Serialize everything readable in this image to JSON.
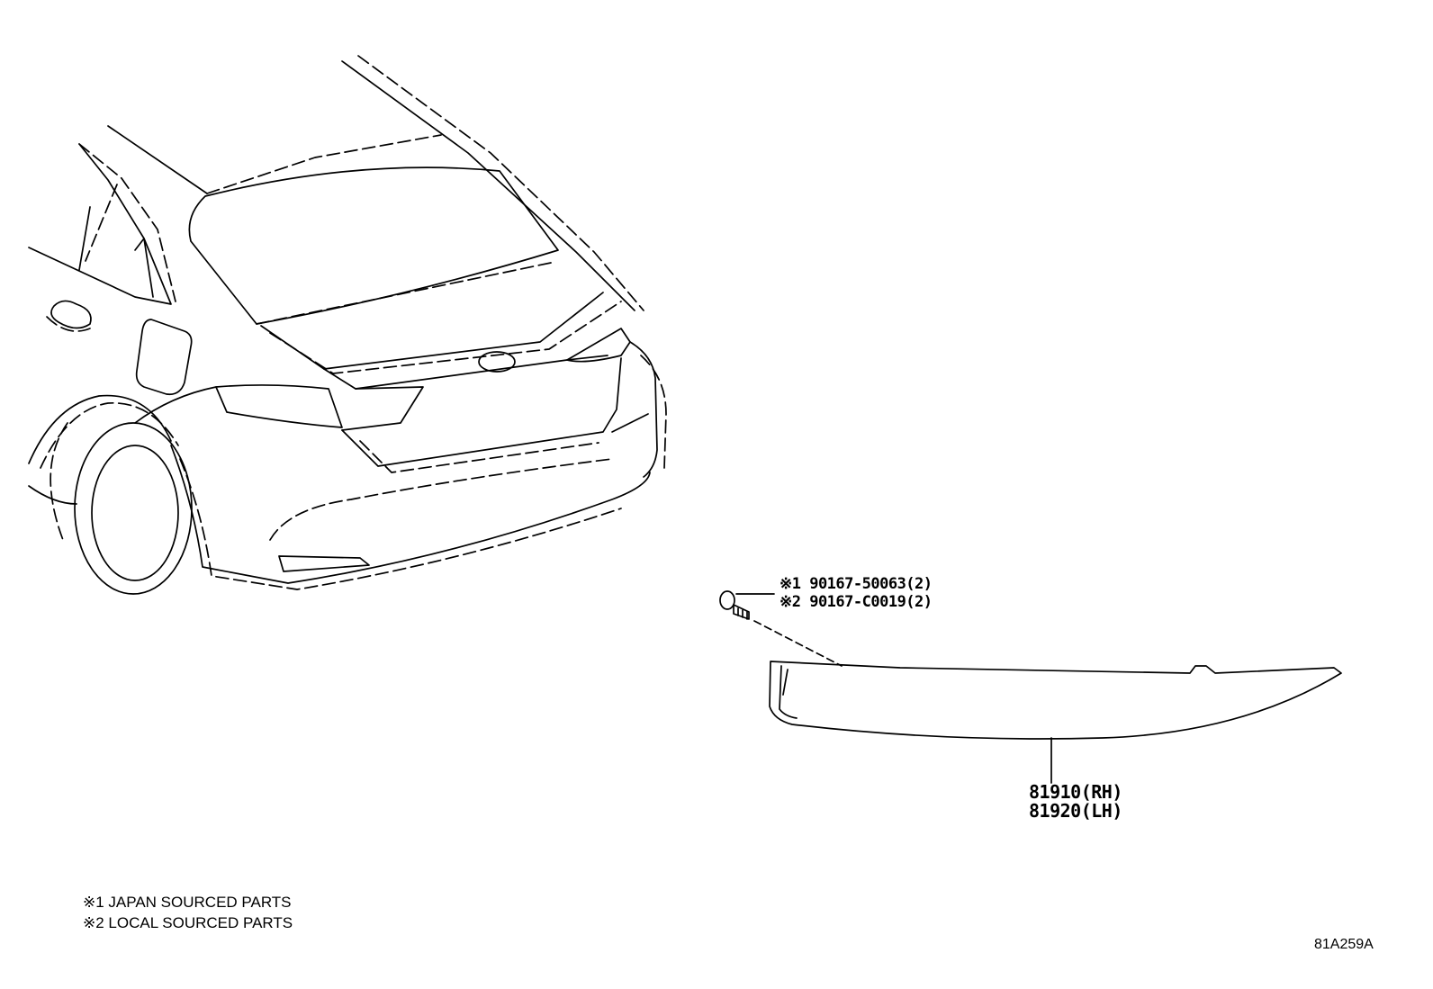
{
  "labels": {
    "bolt_japan": "※1 90167-50063(2)",
    "bolt_local": "※2 90167-C0019(2)",
    "reflector_rh": "81910(RH)",
    "reflector_lh": "81920(LH)",
    "note_japan": "※1 JAPAN SOURCED PARTS",
    "note_local": "※2 LOCAL SOURCED PARTS",
    "illustration_id": "81A259A"
  }
}
